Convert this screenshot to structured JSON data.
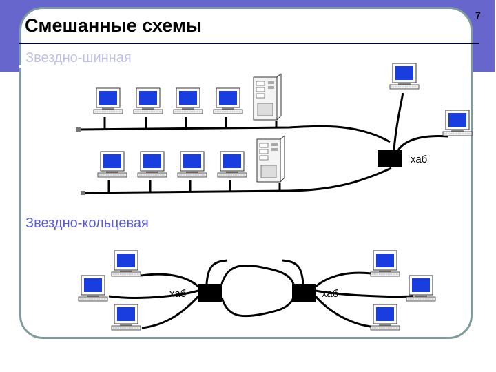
{
  "slide": {
    "title": "Смешанные схемы",
    "page_number": "7",
    "section_star_bus": "Звездно-шинная",
    "section_star_ring": "Звездно-кольцевая",
    "hub_label_top": "хаб",
    "hub_label_left": "хаб",
    "hub_label_right": "хаб"
  },
  "colors": {
    "header": "#6666cc",
    "frame_border": "#7f9c9c",
    "screen": "#1a3de0",
    "hub": "#000000",
    "cable": "#000000"
  }
}
